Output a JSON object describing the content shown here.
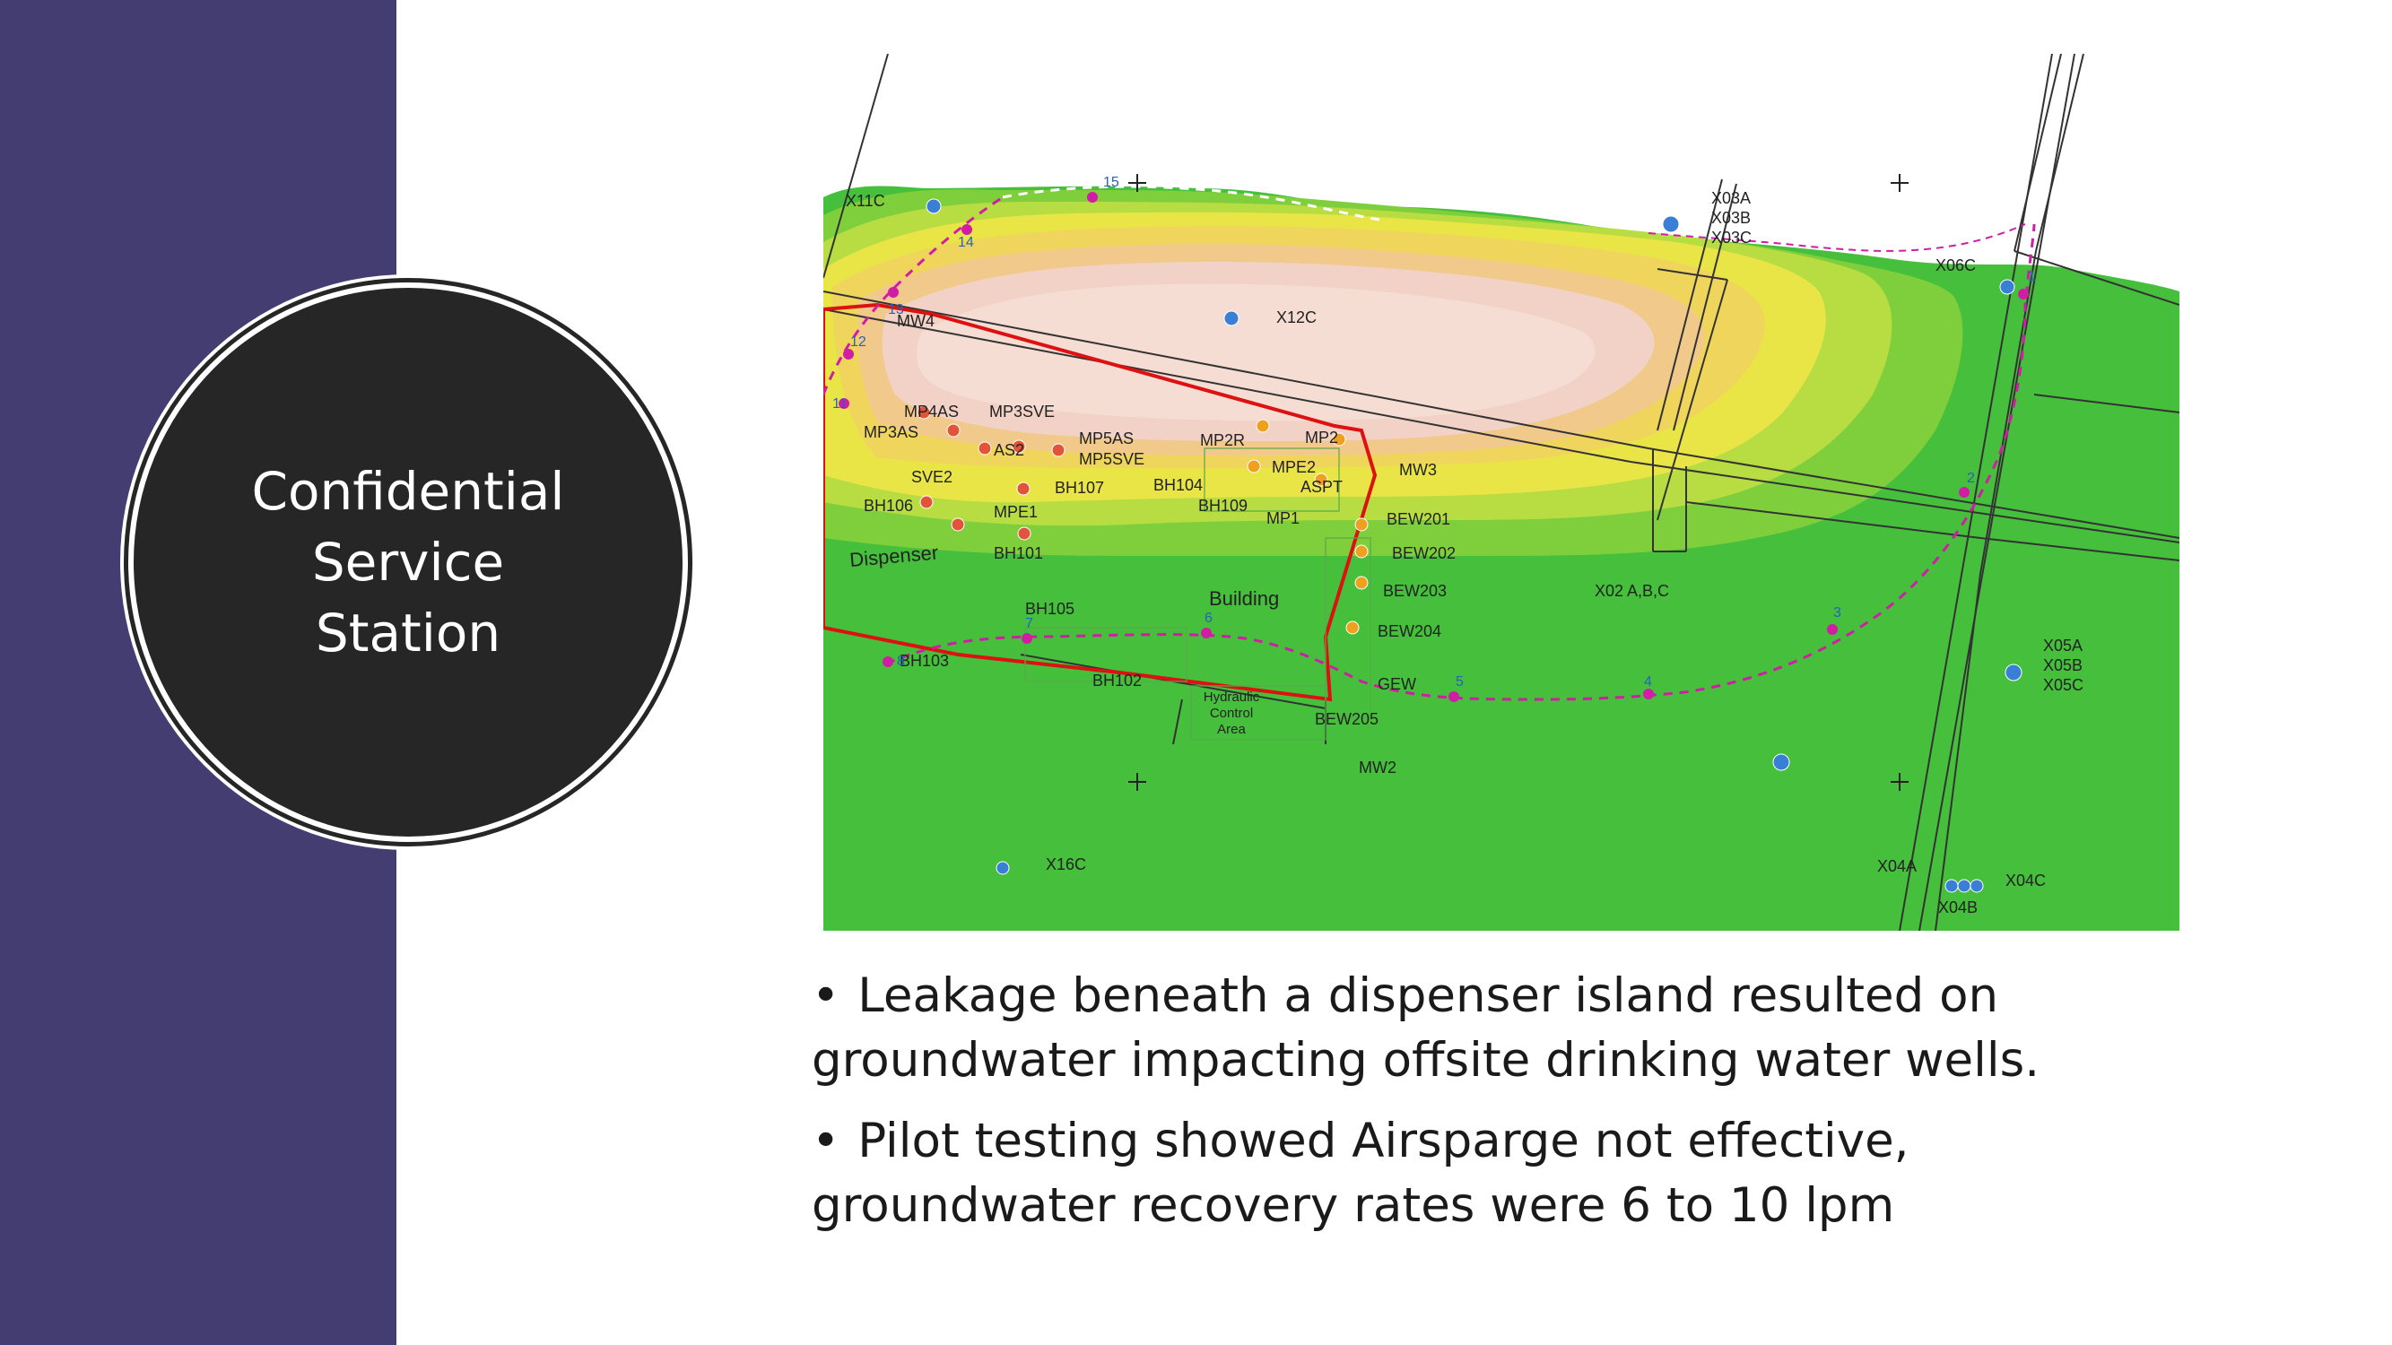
{
  "slide": {
    "title": "Confidential\nService\nStation",
    "colors": {
      "sidebar": "#433d72",
      "circle": "#262626",
      "text": "#1a1a1a"
    }
  },
  "bullets": [
    {
      "marker": "•",
      "text": "Leakage beneath a dispenser island resulted on groundwater impacting offsite drinking water wells."
    },
    {
      "marker": "•",
      "text": "Pilot testing showed Airsparge not effective, groundwater recovery rates were 6 to 10 lpm"
    }
  ],
  "map": {
    "colors": {
      "high": "#f2d2c6",
      "mid": "#f0e06a",
      "low": "#45bf3c",
      "boundary": "#dd1111",
      "wells": "#3a7fd6",
      "transect": "#d11ca6"
    },
    "area_labels": [
      "Dispenser",
      "Building",
      "Hydraulic\nControl\nArea"
    ],
    "well_labels": [
      "X11C",
      "X03A",
      "X03B",
      "X03C",
      "X06C",
      "X12C",
      "MW4",
      "MP4AS",
      "MP3SVE",
      "MP3AS",
      "AS2",
      "MP5AS",
      "MP5SVE",
      "MP2R",
      "MP2",
      "SVE2",
      "BH107",
      "BH104",
      "MPE2",
      "MW3",
      "BH106",
      "ASPT",
      "MPE1",
      "BH109",
      "MP1",
      "BEW201",
      "BH101",
      "BEW202",
      "BEW203",
      "X02 A,B,C",
      "BH105",
      "BEW204",
      "BH103",
      "BH102",
      "GEW",
      "BEW205",
      "MW2",
      "X05A",
      "X05B",
      "X05C",
      "X16C",
      "X04A",
      "X04C",
      "X04B"
    ],
    "transect_points": [
      "1",
      "2",
      "3",
      "4",
      "5",
      "6",
      "7",
      "8",
      "11",
      "12",
      "13",
      "14",
      "15"
    ]
  }
}
